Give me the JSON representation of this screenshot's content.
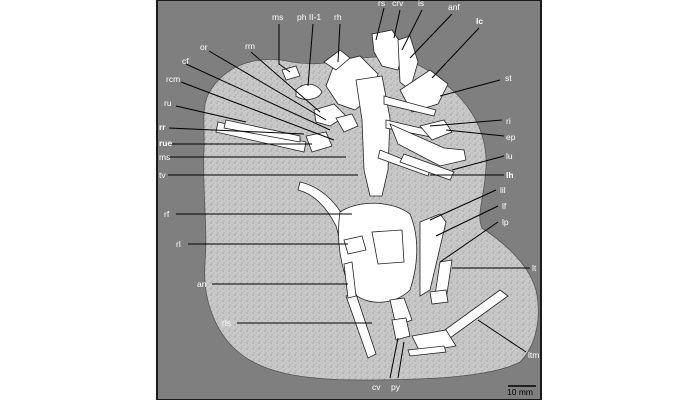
{
  "figure": {
    "labels": {
      "ms_top": "ms",
      "ph_ii_1": "ph II-1",
      "rh": "rh",
      "rs": "rs",
      "crv": "crv",
      "is": "is",
      "anf": "anf",
      "lc": "lc",
      "st": "st",
      "rm": "rm",
      "or": "or",
      "cf": "cf",
      "rcm": "rcm",
      "ru": "ru",
      "rr": "rr",
      "rue": "rue",
      "ms_left": "ms",
      "tv": "tv",
      "rf": "rf",
      "rl": "rl",
      "an": "an",
      "rls": "rls",
      "cv": "cv",
      "py": "py",
      "ri": "ri",
      "ep": "ep",
      "lu": "lu",
      "lh": "lh",
      "lil": "lil",
      "lf": "lf",
      "lp": "lp",
      "lt": "lt",
      "ltm": "ltm"
    },
    "scale_bar": "10 mm"
  }
}
